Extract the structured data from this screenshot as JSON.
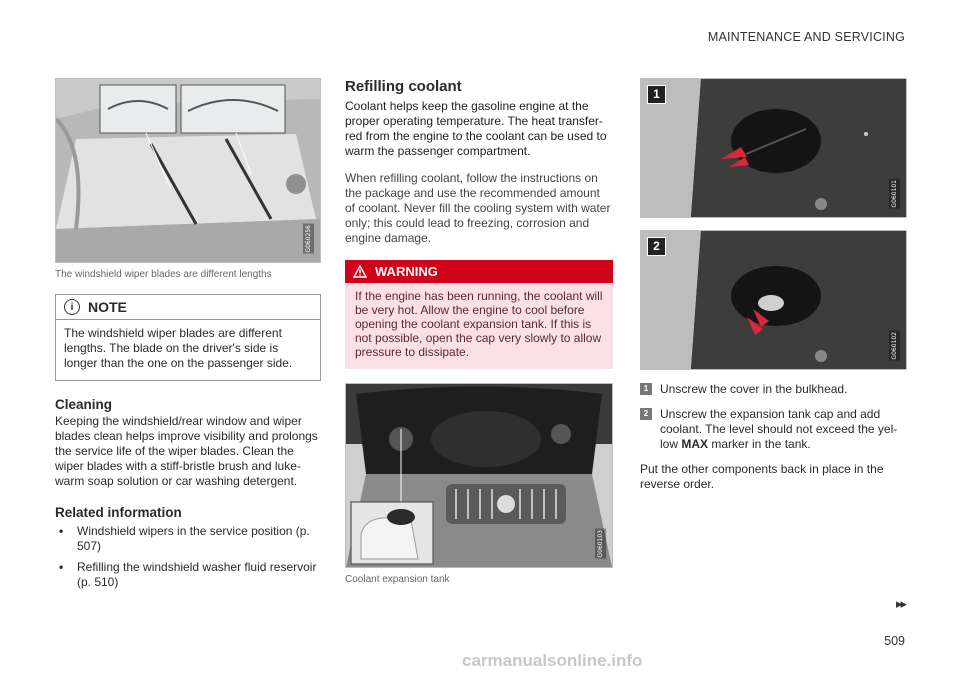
{
  "header": {
    "section_title": "MAINTENANCE AND SERVICING"
  },
  "left": {
    "photo_code": "G060256",
    "photo_caption": "The windshield wiper blades are different lengths",
    "note": {
      "heading": "NOTE",
      "icon": "info-icon",
      "text": "The windshield wiper blades are different lengths. The blade on the driver's side is longer than the one on the passenger side."
    },
    "cleaning": {
      "heading": "Cleaning",
      "text": "Keeping the windshield/rear window and wiper blades clean helps improve visibility and prolongs the service life of the wiper blades. Clean the wiper blades with a stiff-bristle brush and luke-warm soap solution or car washing detergent."
    },
    "related": {
      "heading": "Related information",
      "bullet": "•",
      "items": [
        {
          "text": "Windshield wipers in the service position (p. 507)"
        },
        {
          "text": "Refilling the windshield washer fluid reservoir (p. 510)"
        }
      ]
    }
  },
  "middle": {
    "title": "Refilling coolant",
    "lead": "Coolant helps keep the gasoline engine at the proper operating temperature. The heat transfer-red from the engine to the coolant can be used to warm the passenger compartment.",
    "desc": "When refilling coolant, follow the instructions on the package and use the recommended amount of coolant. Never fill the cooling system with water only; this could lead to freezing, corrosion and engine damage.",
    "warning": {
      "heading": "WARNING",
      "icon": "warning-triangle-icon",
      "text": "If the engine has been running, the coolant will be very hot. Allow the engine to cool before opening the coolant expansion tank. If this is not possible, open the cap very slowly to allow pressure to dissipate."
    },
    "photo_code": "G060103",
    "photo_caption": "Coolant expansion tank"
  },
  "right": {
    "photo1": {
      "badge": "1",
      "code": "G060101"
    },
    "photo2": {
      "badge": "2",
      "code": "G060102"
    },
    "steps": [
      {
        "num": "1",
        "text": "Unscrew the cover in the bulkhead."
      },
      {
        "num": "2",
        "text_before": "Unscrew the expansion tank cap and add coolant. The level should not exceed the yel-low ",
        "bold": "MAX",
        "text_after": " marker in the tank."
      }
    ],
    "closing": "Put the other components back in place in the reverse order."
  },
  "footer": {
    "nav_arrow": "▸▸",
    "page_number": "509",
    "watermark": "carmanualsonline.info"
  },
  "colors": {
    "warning_red": "#d0021b",
    "warning_bg": "#fbe1e6",
    "arrow_red": "#d9283c"
  }
}
